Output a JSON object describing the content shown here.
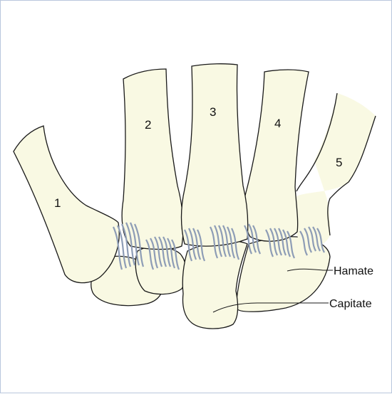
{
  "metacarpals": {
    "m1": "1",
    "m2": "2",
    "m3": "3",
    "m4": "4",
    "m5": "5"
  },
  "labels": {
    "hamate": "Hamate",
    "capitate": "Capitate"
  },
  "colors": {
    "bone_fill": "#f9f9e3",
    "outline": "#1a1a1a",
    "ligament": "#8e9db6",
    "frame_border": "#b9c7dd"
  }
}
